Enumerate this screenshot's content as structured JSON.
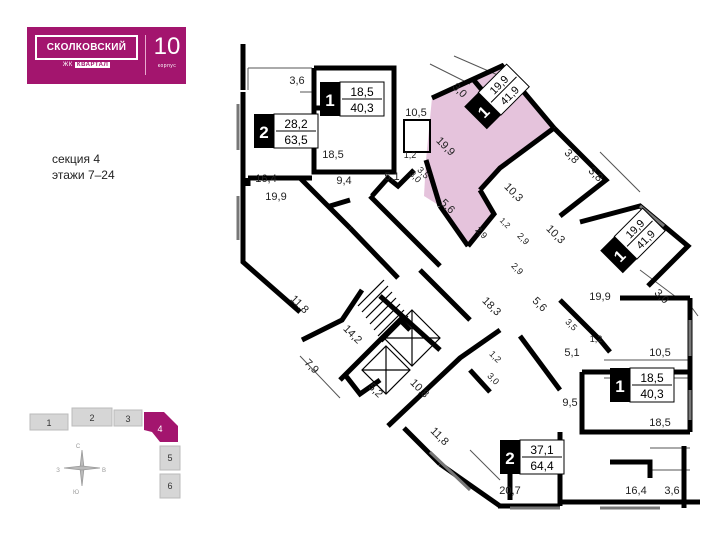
{
  "brand": {
    "name": "СКОЛКОВСКИЙ",
    "sub_prefix": "ЖК",
    "sub_box": "КВАРТАЛ",
    "building_number": "10",
    "building_label": "корпус"
  },
  "section_info": {
    "section": "секция 4",
    "floors": "этажи 7–24"
  },
  "colors": {
    "brand": "#a3156e",
    "highlight_apartment": "#e5c3dc",
    "walls": "#000000"
  },
  "apartments": [
    {
      "rooms": "1",
      "living_area": "18,5",
      "total_area": "40,3",
      "highlighted": false
    },
    {
      "rooms": "2",
      "living_area": "28,2",
      "total_area": "63,5",
      "highlighted": false
    },
    {
      "rooms": "1",
      "living_area": "19,9",
      "total_area": "41,9",
      "highlighted": true
    },
    {
      "rooms": "1",
      "living_area": "19,9",
      "total_area": "41,9",
      "highlighted": false
    },
    {
      "rooms": "1",
      "living_area": "18,5",
      "total_area": "40,3",
      "highlighted": false
    },
    {
      "rooms": "2",
      "living_area": "37,1",
      "total_area": "64,4",
      "highlighted": false
    }
  ],
  "room_areas": [
    "3,6",
    "18,5",
    "16,4",
    "19,9",
    "9,4",
    "11,8",
    "10,5",
    "1,2",
    "3,0",
    "19,9",
    "5,1",
    "3,5",
    "5,6",
    "3,0",
    "3,8",
    "10,3",
    "3,8",
    "2,9",
    "1,2",
    "2,9",
    "10,3",
    "2,9",
    "14,2",
    "18,3",
    "7,9",
    "5,2",
    "10,8",
    "1,2",
    "3,0",
    "5,6",
    "3,5",
    "1,2",
    "19,9",
    "3,0",
    "10,5",
    "5,1",
    "9,5",
    "18,5",
    "11,8",
    "20,7",
    "16,4",
    "3,6"
  ],
  "key_plan": {
    "sections": [
      "1",
      "2",
      "3",
      "4",
      "5",
      "6"
    ],
    "active_section": "4",
    "compass": {
      "north": "С",
      "south": "Ю",
      "west": "З",
      "east": "В"
    }
  }
}
